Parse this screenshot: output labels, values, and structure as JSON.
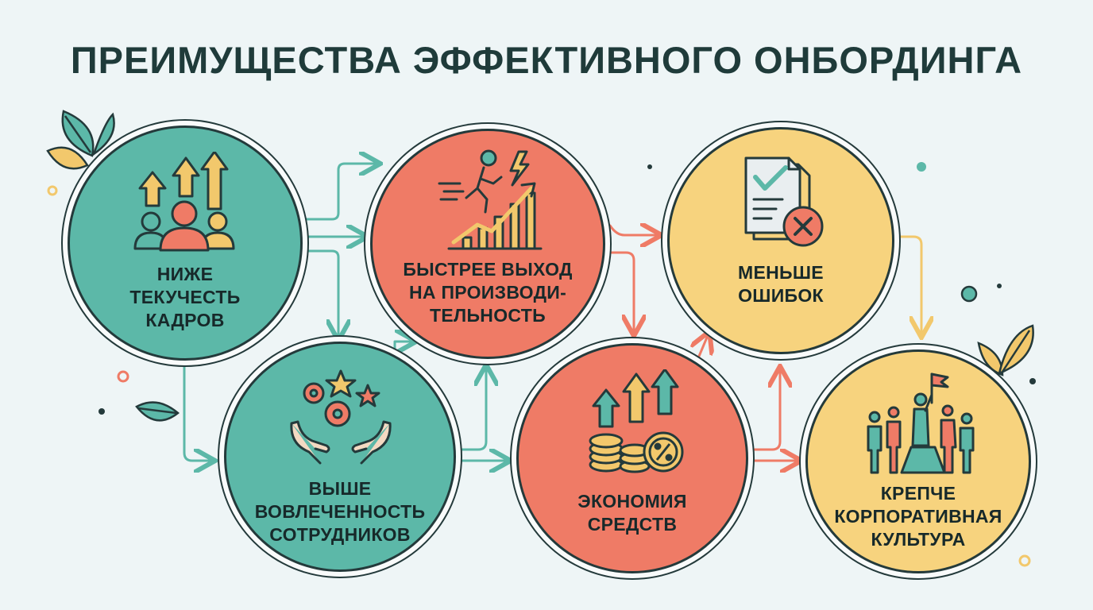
{
  "title": "ПРЕИМУЩЕСТВА ЭФФЕКТИВНОГО ОНБОРДИНГА",
  "colors": {
    "teal": "#5cb8a8",
    "coral": "#ef7b66",
    "yellow": "#f7d37e",
    "outline": "#243a3b",
    "arrow_teal": "#5cb8a8",
    "arrow_coral": "#ef7b66",
    "arrow_yellow": "#f2c86c"
  },
  "benefits": [
    {
      "id": "turnover",
      "lines": [
        "НИЖЕ",
        "ТЕКУЧЕСТЬ",
        "КАДРОВ"
      ],
      "icon": "people-growth-arrows-icon",
      "color": "#5cb8a8"
    },
    {
      "id": "engagement",
      "lines": [
        "ВЫШЕ",
        "ВОВЛЕЧЕННОСТЬ",
        "СОТРУДНИКОВ"
      ],
      "icon": "hands-gears-stars-icon",
      "color": "#5cb8a8"
    },
    {
      "id": "productivity",
      "lines": [
        "БЫСТРЕЕ ВЫХОД",
        "НА ПРОИЗВОДИ-",
        "ТЕЛЬНОСТЬ"
      ],
      "icon": "running-person-growth-chart-icon",
      "color": "#ef7b66"
    },
    {
      "id": "savings",
      "lines": [
        "ЭКОНОМИЯ",
        "СРЕДСТВ"
      ],
      "icon": "coins-percent-arrows-icon",
      "color": "#ef7b66"
    },
    {
      "id": "errors",
      "lines": [
        "МЕНЬШЕ",
        "ОШИБОК"
      ],
      "icon": "checklist-error-icon",
      "color": "#f7d37e"
    },
    {
      "id": "culture",
      "lines": [
        "КРЕПЧЕ",
        "КОРПОРАТИВНАЯ",
        "КУЛЬТУРА"
      ],
      "icon": "team-flag-summit-icon",
      "color": "#f7d37e"
    }
  ]
}
